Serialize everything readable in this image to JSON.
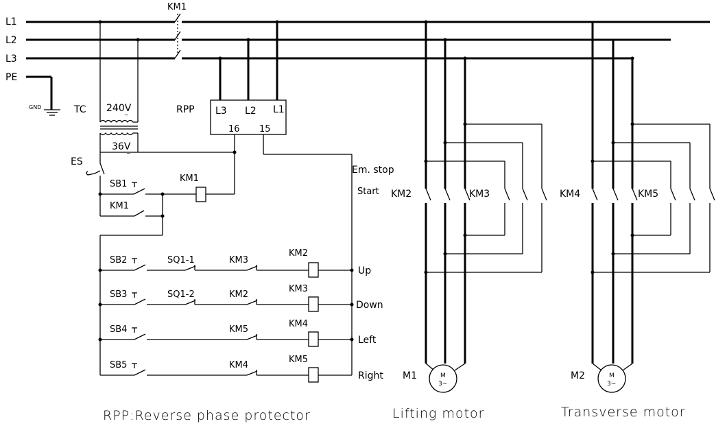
{
  "lines": {
    "l1": "L1",
    "l2": "L2",
    "l3": "L3",
    "pe": "PE",
    "gnd": "GND"
  },
  "transformer": {
    "name": "TC",
    "primary": "240V~",
    "primary_v": "240",
    "primary_unit": "V",
    "secondary": "36V~",
    "secondary_v": "36",
    "secondary_unit": "V",
    "ac_symbol": "~"
  },
  "rpp": {
    "name": "RPP",
    "t_l3": "L3",
    "t_l2": "L2",
    "t_l1": "L1",
    "t16": "16",
    "t15": "15"
  },
  "contactors": {
    "main": "KM1",
    "km1_hold": "KM1",
    "km1_coil": "KM1",
    "km2": "KM2",
    "km3": "KM3",
    "km4": "KM4",
    "km5": "KM5"
  },
  "control": {
    "es": "ES",
    "sb1": "SB1",
    "sb2": "SB2",
    "sb3": "SB3",
    "sb4": "SB4",
    "sb5": "SB5",
    "sq1_1": "SQ1-1",
    "sq1_2": "SQ1-2",
    "rung_up_interlock": "KM3",
    "rung_down_interlock": "KM2",
    "rung_left_interlock": "KM5",
    "rung_right_interlock": "KM4",
    "coil_up": "KM2",
    "coil_down": "KM3",
    "coil_left": "KM4",
    "coil_right": "KM5"
  },
  "functions": {
    "em_stop": "Em. stop",
    "start": "Start",
    "up": "Up",
    "down": "Down",
    "left": "Left",
    "right": "Right"
  },
  "motors": {
    "m1": "M1",
    "m2": "M2",
    "m_symbol": "M",
    "phase_symbol": "3~",
    "lifting": "Lifting motor",
    "transverse": "Transverse motor"
  },
  "captions": {
    "rpp_note": "RPP:Reverse phase protector"
  }
}
